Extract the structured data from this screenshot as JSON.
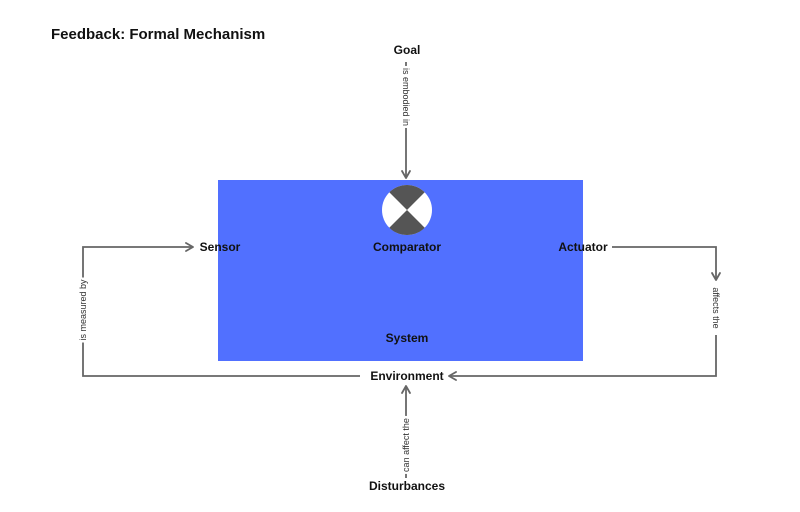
{
  "title": "Feedback: Formal Mechanism",
  "colors": {
    "system_fill": "#5170ff",
    "arrow": "#666666",
    "comparator_dark": "#555555",
    "comparator_light": "#ffffff"
  },
  "nodes": {
    "goal": "Goal",
    "sensor": "Sensor",
    "comparator": "Comparator",
    "actuator": "Actuator",
    "system": "System",
    "environment": "Environment",
    "disturbances": "Disturbances"
  },
  "edges": {
    "goal_to_comparator": "is embodied in",
    "environment_to_sensor": "is measured by",
    "actuator_to_environment": "affects the",
    "disturbances_to_environment": "can affect the"
  },
  "icons": {
    "comparator": "comparator-icon"
  }
}
